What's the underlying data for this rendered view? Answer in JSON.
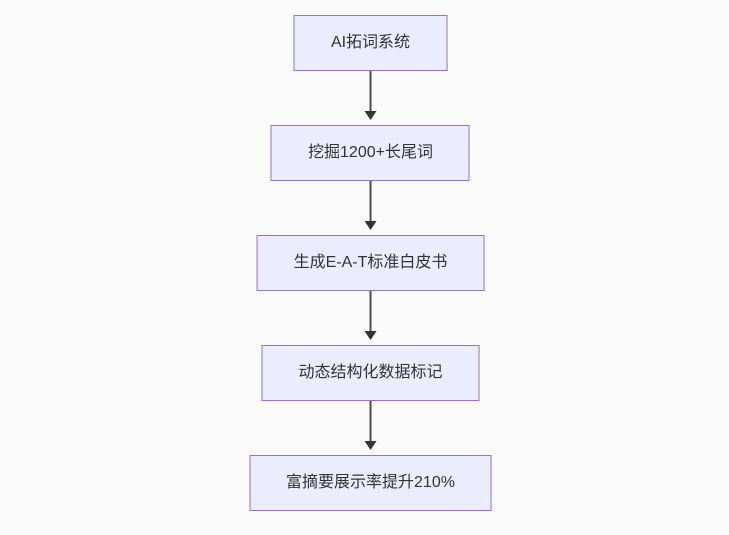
{
  "page": {
    "background_color": "#fafafa"
  },
  "chart_data": {
    "type": "flowchart",
    "direction": "top-down",
    "node_style": {
      "fill_color": "#ECECFF",
      "border_color": "#9370DB",
      "text_color": "#333333"
    },
    "edge_style": {
      "line_color": "#4d4d4d",
      "arrowhead_color": "#333333"
    },
    "nodes": [
      {
        "id": "n1",
        "label": "AI拓词系统"
      },
      {
        "id": "n2",
        "label": "挖掘1200+长尾词"
      },
      {
        "id": "n3",
        "label": "生成E-A-T标准白皮书"
      },
      {
        "id": "n4",
        "label": "动态结构化数据标记"
      },
      {
        "id": "n5",
        "label": "富摘要展示率提升210%"
      }
    ],
    "edges": [
      {
        "from": "n1",
        "to": "n2"
      },
      {
        "from": "n2",
        "to": "n3"
      },
      {
        "from": "n3",
        "to": "n4"
      },
      {
        "from": "n4",
        "to": "n5"
      }
    ]
  }
}
